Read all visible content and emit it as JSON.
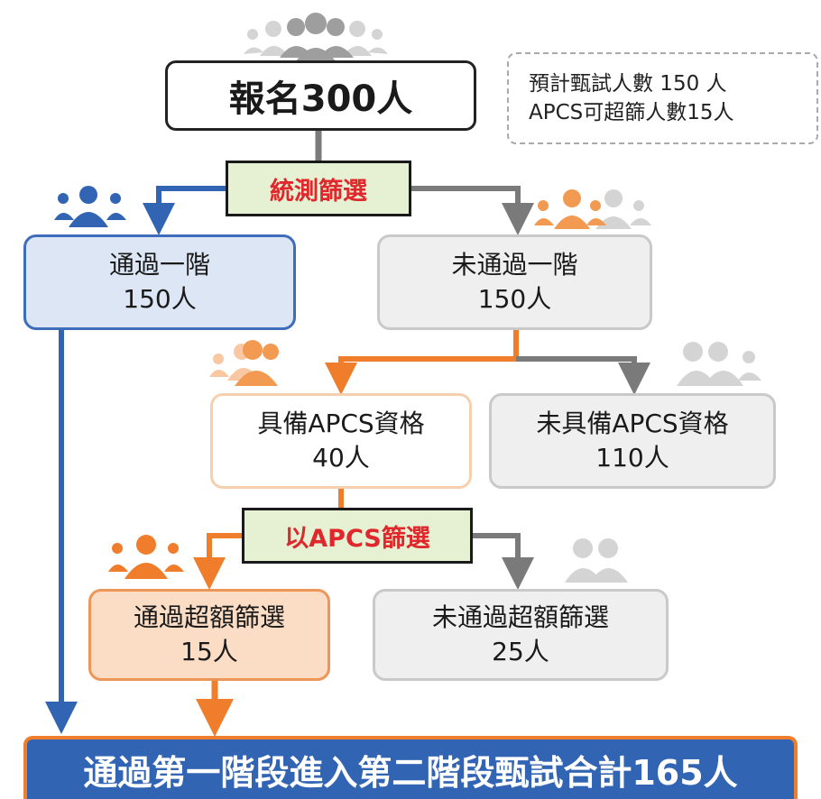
{
  "total": {
    "label": "報名300人"
  },
  "note": {
    "line1": "預計甄試人數 150 人",
    "line2": "APCS可超篩人數15人"
  },
  "step1": {
    "label": "統測篩選"
  },
  "step2": {
    "label": "以APCS篩選"
  },
  "pass_stage1": {
    "title": "通過一階",
    "value": "150人"
  },
  "fail_stage1": {
    "title": "未通過一階",
    "value": "150人"
  },
  "has_apcs": {
    "title": "具備APCS資格",
    "value": "40人"
  },
  "no_apcs": {
    "title": "未具備APCS資格",
    "value": "110人"
  },
  "pass_extra": {
    "title": "通過超額篩選",
    "value": "15人"
  },
  "fail_extra": {
    "title": "未通過超額篩選",
    "value": "25人"
  },
  "result": {
    "label": "通過第一階段進入第二階段甄試合計165人"
  },
  "colors": {
    "blue": "#3264b4",
    "orange": "#ef7d2b",
    "gray": "#7a7a7a",
    "light_gray": "#c8c8c8",
    "red": "#e0282c"
  },
  "icons": [
    "people-group-icon"
  ]
}
